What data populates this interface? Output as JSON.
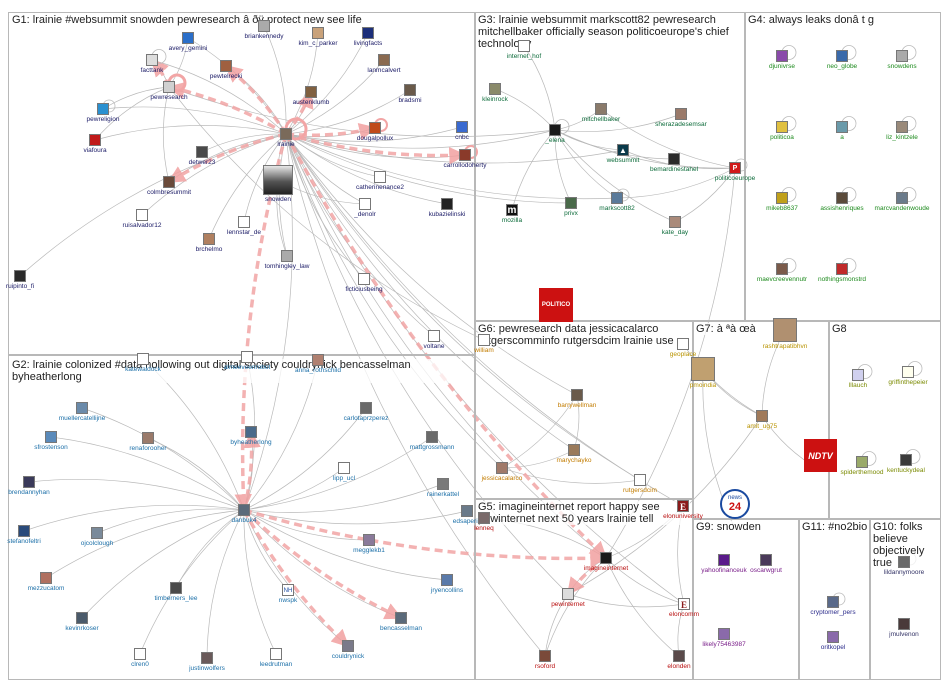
{
  "groups": [
    {
      "id": "g1",
      "title": "G1: lrainie #websummit snowden pewresearch â ðÿ protect new see life",
      "color": "#1a1a66"
    },
    {
      "id": "g2",
      "title": "G2: lrainie colonized #data hollowing out digital society couldrynick bencasselman byheatherlong",
      "color": "#1b6fa8"
    },
    {
      "id": "g3",
      "title": "G3: lrainie websummit markscott82 pewresearch mitchellbaker officially season politicoeurope's chief technology",
      "color": "#0c6b3a"
    },
    {
      "id": "g4",
      "title": "G4: always leaks donâ t g",
      "color": "#1c8a1c"
    },
    {
      "id": "g5",
      "title": "G5: imagineinternet report happy see pewinternet next 50 years lrainie tell",
      "color": "#b80f0f"
    },
    {
      "id": "g6",
      "title": "G6: pewresearch data jessicacalarco rutgerscomminfo rutgersdcim lrainie use",
      "color": "#c27c00"
    },
    {
      "id": "g7",
      "title": "G7: à ªà œà",
      "color": "#b89300"
    },
    {
      "id": "g8",
      "title": "G8",
      "color": "#7a8a00"
    },
    {
      "id": "g9",
      "title": "G9: snowden",
      "color": "#7a1f8a"
    },
    {
      "id": "g10",
      "title": "G10: folks believe objectively true",
      "color": "#333366"
    },
    {
      "id": "g11",
      "title": "G11: #no2bio",
      "color": "#2a2a8a"
    }
  ],
  "nodes": [
    {
      "label": "avery_gemini",
      "group": "g1",
      "c": "#2b6fc9"
    },
    {
      "label": "briankennedy",
      "group": "g1",
      "c": "#aaaaaa"
    },
    {
      "label": "kim_c_parker",
      "group": "g1",
      "c": "#c9a27a"
    },
    {
      "label": "livingfacts",
      "group": "g1",
      "c": "#1c2f7a"
    },
    {
      "label": "facttank",
      "group": "g1",
      "c": "#dddddd"
    },
    {
      "label": "pewtelrecki",
      "group": "g1",
      "c": "#a06040"
    },
    {
      "label": "lanmcalvert",
      "group": "g1",
      "c": "#8a6a50"
    },
    {
      "label": "pewresearch",
      "group": "g1",
      "c": "#d0d0d0"
    },
    {
      "label": "austenklumb",
      "group": "g1",
      "c": "#806040"
    },
    {
      "label": "bradsmi",
      "group": "g1",
      "c": "#6a5a4a"
    },
    {
      "label": "pewreligion",
      "group": "g1",
      "c": "#2a90d0"
    },
    {
      "label": "lrainie",
      "group": "g1",
      "c": "#7a6a5a"
    },
    {
      "label": "dougalpollux",
      "group": "g1",
      "c": "#c04a1a"
    },
    {
      "label": "cnbc",
      "group": "g1",
      "c": "#3a6ad0"
    },
    {
      "label": "viafoura",
      "group": "g1",
      "c": "#c01a1a"
    },
    {
      "label": "detwer23",
      "group": "g1",
      "c": "#4a4a4a"
    },
    {
      "label": "carrollodoherty",
      "group": "g1",
      "c": "#8a3a2a"
    },
    {
      "label": "colmbresummit",
      "group": "g1",
      "c": "#6a4a3a"
    },
    {
      "label": "catherinenance2",
      "group": "g1",
      "c": "#ffffff"
    },
    {
      "label": "snowden",
      "group": "g1",
      "c": "#5a5a5a"
    },
    {
      "label": "_denolr",
      "group": "g1",
      "c": "#ffffff"
    },
    {
      "label": "kubazielinski",
      "group": "g1",
      "c": "#222222"
    },
    {
      "label": "ruisalvador12",
      "group": "g1",
      "c": "#ffffff"
    },
    {
      "label": "lennstar_de",
      "group": "g1",
      "c": "#ffffff"
    },
    {
      "label": "brchelmo",
      "group": "g1",
      "c": "#b08060"
    },
    {
      "label": "tomhingley_law",
      "group": "g1",
      "c": "#aaaaaa"
    },
    {
      "label": "ficticiusbeing",
      "group": "g1",
      "c": "#ffffff"
    },
    {
      "label": "ruipinto_fi",
      "group": "g1",
      "c": "#2a2a2a"
    },
    {
      "label": "voltane",
      "group": "g1",
      "c": "#ffffff"
    },
    {
      "label": "internet_hof",
      "group": "g3",
      "c": "#ffffff"
    },
    {
      "label": "kleinrock",
      "group": "g3",
      "c": "#8a8a6a"
    },
    {
      "label": "mitchellbaker",
      "group": "g3",
      "c": "#8a7a6a"
    },
    {
      "label": "sherazadesemsar",
      "group": "g3",
      "c": "#9a7a6a"
    },
    {
      "label": "_elena",
      "group": "g3",
      "c": "#1a1a1a"
    },
    {
      "label": "websummit",
      "group": "g3",
      "c": "#0a3a4a"
    },
    {
      "label": "bemardinestahel",
      "group": "g3",
      "c": "#2a2a2a"
    },
    {
      "label": "politicoeurope",
      "group": "g3",
      "c": "#d01a1a"
    },
    {
      "label": "mozilla",
      "group": "g3",
      "c": "#111111"
    },
    {
      "label": "privx",
      "group": "g3",
      "c": "#4a6a4a"
    },
    {
      "label": "markscott82",
      "group": "g3",
      "c": "#5a7a9a"
    },
    {
      "label": "kate_day",
      "group": "g3",
      "c": "#aa8a7a"
    },
    {
      "label": "djunivrse",
      "group": "g4",
      "c": "#8a4aaa"
    },
    {
      "label": "neo_globe",
      "group": "g4",
      "c": "#3a6aaa"
    },
    {
      "label": "snowdens",
      "group": "g4",
      "c": "#aaaaaa"
    },
    {
      "label": "politicoa",
      "group": "g4",
      "c": "#e0c040"
    },
    {
      "label": "a",
      "group": "g4",
      "c": "#6a9aaa"
    },
    {
      "label": "liz_kintzele",
      "group": "g4",
      "c": "#9a8a7a"
    },
    {
      "label": "mikeb8637",
      "group": "g4",
      "c": "#c0a01a"
    },
    {
      "label": "assishenriques",
      "group": "g4",
      "c": "#5a4a3a"
    },
    {
      "label": "marcvandenwoude",
      "group": "g4",
      "c": "#6a7a8a"
    },
    {
      "label": "maevcreevennutr",
      "group": "g4",
      "c": "#7a5a4a"
    },
    {
      "label": "nothingsmonstrd",
      "group": "g4",
      "c": "#c02a2a"
    },
    {
      "label": "katewaldock",
      "group": "g2",
      "c": "#ffffff"
    },
    {
      "label": "almeeveenrobot",
      "group": "g2",
      "c": "#ffffff"
    },
    {
      "label": "anna_rothschild",
      "group": "g2",
      "c": "#b08070"
    },
    {
      "label": "muellercatellijne",
      "group": "g2",
      "c": "#6a8aaa"
    },
    {
      "label": "carlotaprzperez",
      "group": "g2",
      "c": "#6a6a6a"
    },
    {
      "label": "sfrostenson",
      "group": "g2",
      "c": "#5a8aba"
    },
    {
      "label": "renaforooher",
      "group": "g2",
      "c": "#9a7a6a"
    },
    {
      "label": "byheatherlong",
      "group": "g2",
      "c": "#4a6a8a"
    },
    {
      "label": "mattgrossmann",
      "group": "g2",
      "c": "#6a6a6a"
    },
    {
      "label": "brendannyhan",
      "group": "g2",
      "c": "#3a3a5a"
    },
    {
      "label": "lipp_ucl",
      "group": "g2",
      "c": "#ffffff"
    },
    {
      "label": "rainerkattel",
      "group": "g2",
      "c": "#7a7a7a"
    },
    {
      "label": "stefanofeltri",
      "group": "g2",
      "c": "#2a4a7a"
    },
    {
      "label": "ojcolclough",
      "group": "g2",
      "c": "#7a8a9a"
    },
    {
      "label": "danbuk4",
      "group": "g2",
      "c": "#5a6a7a"
    },
    {
      "label": "edsaperia",
      "group": "g2",
      "c": "#6a7a8a"
    },
    {
      "label": "megglekb1",
      "group": "g2",
      "c": "#8a7a9a"
    },
    {
      "label": "mezzucatom",
      "group": "g2",
      "c": "#b07060"
    },
    {
      "label": "timberners_lee",
      "group": "g2",
      "c": "#4a4a4a"
    },
    {
      "label": "nwspk",
      "group": "g2",
      "c": "#ffffff"
    },
    {
      "label": "jryencollins",
      "group": "g2",
      "c": "#5a7aaa"
    },
    {
      "label": "kevinrkoser",
      "group": "g2",
      "c": "#4a5a6a"
    },
    {
      "label": "bencasselman",
      "group": "g2",
      "c": "#5a6a7a"
    },
    {
      "label": "clren0",
      "group": "g2",
      "c": "#ffffff"
    },
    {
      "label": "justinwolfers",
      "group": "g2",
      "c": "#6a5a5a"
    },
    {
      "label": "leedrutman",
      "group": "g2",
      "c": "#ffffff"
    },
    {
      "label": "couldrynick",
      "group": "g2",
      "c": "#7a7a8a"
    },
    {
      "label": "william",
      "group": "g6",
      "c": "#ffffff"
    },
    {
      "label": "barrywellman",
      "group": "g6",
      "c": "#6a5a4a"
    },
    {
      "label": "marychayko",
      "group": "g6",
      "c": "#9a7a5a"
    },
    {
      "label": "jessicacalarco",
      "group": "g6",
      "c": "#a07a6a"
    },
    {
      "label": "rutgersdcim",
      "group": "g6",
      "c": "#ffffff"
    },
    {
      "label": "lenneq",
      "group": "g5",
      "c": "#7a6a6a"
    },
    {
      "label": "elonuniversity",
      "group": "g5",
      "c": "#8a1a1a"
    },
    {
      "label": "imagineinternet",
      "group": "g5",
      "c": "#1a1a1a"
    },
    {
      "label": "pewinternet",
      "group": "g5",
      "c": "#dddddd"
    },
    {
      "label": "eloncomm",
      "group": "g5",
      "c": "#ffffff"
    },
    {
      "label": "rsoford",
      "group": "g5",
      "c": "#7a4a3a"
    },
    {
      "label": "elonden",
      "group": "g5",
      "c": "#5a4a4a"
    },
    {
      "label": "geoplace",
      "group": "g7",
      "c": "#ffffff"
    },
    {
      "label": "rashtrapatibhvn",
      "group": "g7",
      "c": "#b09070"
    },
    {
      "label": "pmoindia",
      "group": "g7",
      "c": "#c0a070"
    },
    {
      "label": "amit_ug75",
      "group": "g7",
      "c": "#a07a5a"
    },
    {
      "label": "ndtv",
      "group": "g7",
      "c": "#cc1111"
    },
    {
      "label": "news24",
      "group": "g7",
      "c": "#ffffff"
    },
    {
      "label": "lllauch",
      "group": "g8",
      "c": "#d0d0ee"
    },
    {
      "label": "griffinthepeier",
      "group": "g8",
      "c": "#ffffee"
    },
    {
      "label": "spiderthemood",
      "group": "g8",
      "c": "#9aaa6a"
    },
    {
      "label": "kentuckydeal",
      "group": "g8",
      "c": "#3a3a3a"
    },
    {
      "label": "yahoofinanceuk",
      "group": "g9",
      "c": "#5a1a8a"
    },
    {
      "label": "oscarwgrut",
      "group": "g9",
      "c": "#4a3a5a"
    },
    {
      "label": "likely75463987",
      "group": "g9",
      "c": "#8a6aaa"
    },
    {
      "label": "cryptomer_pers",
      "group": "g11",
      "c": "#5a6a8a"
    },
    {
      "label": "oritkopel",
      "group": "g11",
      "c": "#8a6aaa"
    },
    {
      "label": "lildannymoore",
      "group": "g10",
      "c": "#6a6a6a"
    },
    {
      "label": "jmulvenon",
      "group": "g10",
      "c": "#4a3a3a"
    }
  ],
  "logos": {
    "politico": "POLITICO",
    "mozilla": "m",
    "ndtv": "NDTV",
    "news24_top": "news",
    "news24_num": "24",
    "nwspk": "NH",
    "elon": "E",
    "websummit": "▲",
    "politicoeurope": "P"
  }
}
